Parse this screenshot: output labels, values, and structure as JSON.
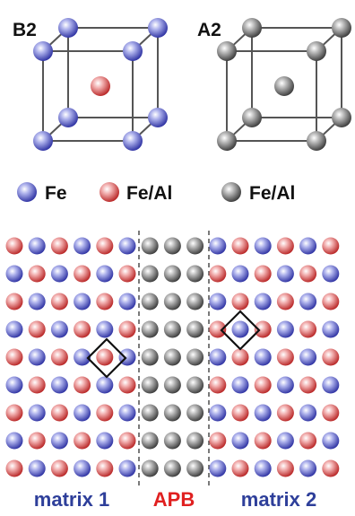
{
  "cells": {
    "b2_label": "B2",
    "a2_label": "A2"
  },
  "legend": [
    {
      "kind": "blue",
      "label": "Fe"
    },
    {
      "kind": "red",
      "label": "Fe/Al"
    },
    {
      "kind": "gray",
      "label": "Fe/Al"
    }
  ],
  "lattice": {
    "rows": 9,
    "cols": 15,
    "matrix1_cols": 6,
    "apb_cols": 3,
    "matrix2_cols": 6
  },
  "regions": {
    "matrix1_label": "matrix 1",
    "apb_label": "APB",
    "matrix2_label": "matrix 2"
  },
  "colors": {
    "blue_atom": "#3b3fb0",
    "red_atom": "#c83232",
    "gray_atom": "#4a4a4a",
    "region_text": "#2e3f9a",
    "apb_text": "#e02020",
    "cube_edge": "#555555"
  }
}
